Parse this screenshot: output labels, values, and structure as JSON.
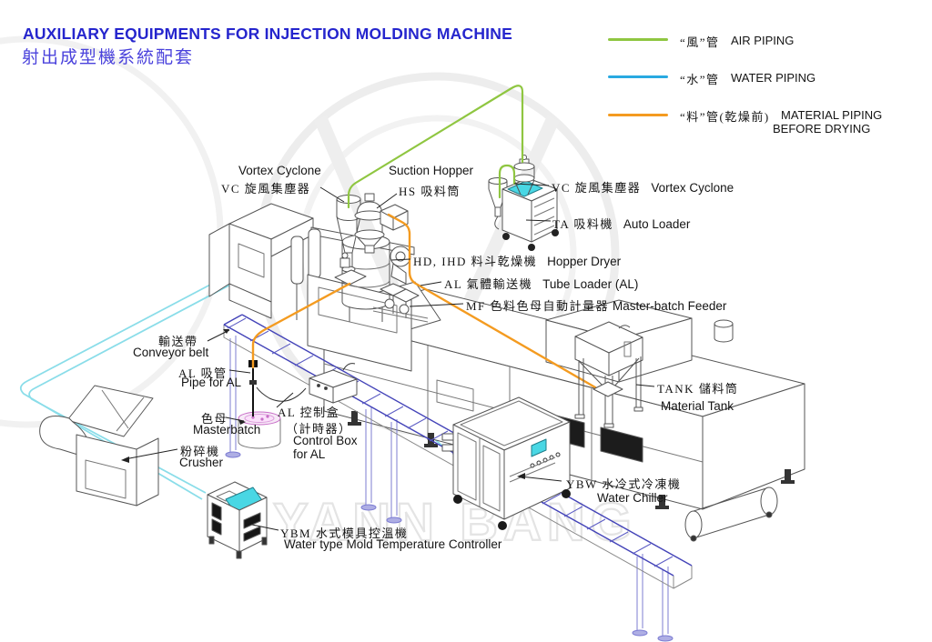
{
  "header": {
    "title_en": "AUXILIARY EQUIPMENTS FOR INJECTION MOLDING MACHINE",
    "title_zh": "射出成型機系統配套"
  },
  "legend": {
    "air": {
      "zh": "“風”管",
      "en": "AIR PIPING",
      "color": "#8fc641"
    },
    "water": {
      "zh": "“水”管",
      "en": "WATER PIPING",
      "color": "#29a9e1"
    },
    "material": {
      "zh": "“料”管(乾燥前)",
      "en": "MATERIAL PIPING",
      "en2": "BEFORE DRYING",
      "color": "#f49b20"
    }
  },
  "labels": {
    "vortex_cyclone_left": {
      "en": "Vortex Cyclone",
      "zh": "VC 旋風集塵器"
    },
    "suction_hopper": {
      "en": "Suction Hopper",
      "zh": "HS 吸料筒"
    },
    "vortex_cyclone_right": {
      "zh": "VC 旋風集塵器",
      "en": "Vortex Cyclone"
    },
    "auto_loader": {
      "zh": "TA 吸料機",
      "en": "Auto Loader"
    },
    "hopper_dryer": {
      "zh": "HD, IHD 料斗乾燥機",
      "en": "Hopper Dryer"
    },
    "tube_loader": {
      "zh": "AL 氣體輸送機",
      "en": "Tube Loader (AL)"
    },
    "masterbatch_feeder": {
      "zh": "MF 色料色母自動計量器",
      "en": "Master-batch Feeder"
    },
    "conveyor_belt": {
      "zh": "輸送帶",
      "en": "Conveyor belt"
    },
    "pipe_for_al": {
      "zh": "AL 吸管",
      "en": "Pipe for AL"
    },
    "masterbatch": {
      "zh": "色母",
      "en": "Masterbatch"
    },
    "control_box": {
      "zh1": "AL 控制盒",
      "zh2": "（計時器）",
      "en1": "Control Box",
      "en2": "for AL"
    },
    "crusher": {
      "zh": "粉碎機",
      "en": "Crusher"
    },
    "mold_temp_controller": {
      "zh": "YBM 水式模具控溫機",
      "en": "Water type Mold Temperature Controller"
    },
    "material_tank": {
      "zh": "TANK 儲料筒",
      "en": "Material Tank"
    },
    "water_chiller": {
      "zh": "YBW 水冷式冷凍機",
      "en": "Water Chiller"
    }
  },
  "watermark": "YANN BANG",
  "colors": {
    "air": "#8fc641",
    "water": "#29a9e1",
    "water_pipe": "#8adde9",
    "material": "#f49b20",
    "panel": "#49d7e4",
    "conveyor": "#4a4ac0",
    "masterbatch": "#c86ec8",
    "title": "#2525cd"
  }
}
